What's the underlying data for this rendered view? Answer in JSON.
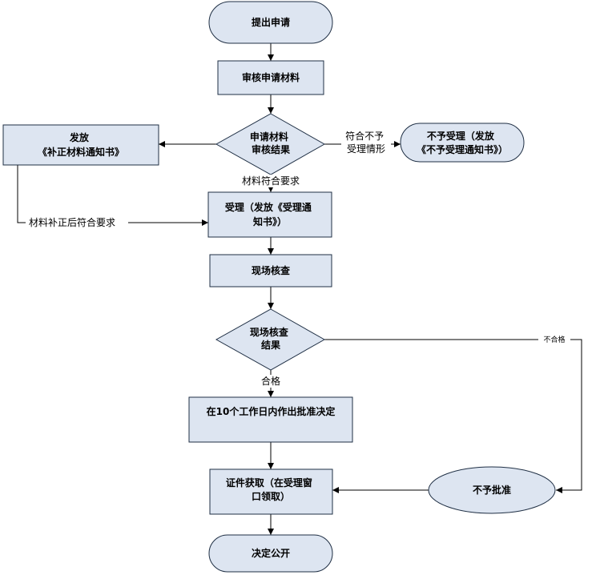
{
  "theme": {
    "node_fill": "#dde5f1",
    "node_stroke": "#1f2f44",
    "edge_color": "#000000",
    "background": "#ffffff"
  },
  "nodes": {
    "submit": {
      "lines": [
        "提出申请"
      ]
    },
    "review_materials": {
      "lines": [
        "审核申请材料"
      ]
    },
    "review_result": {
      "lines": [
        "申请材料",
        "审核结果"
      ]
    },
    "issue_notice": {
      "lines": [
        "发放",
        "《补正材料通知书》"
      ]
    },
    "not_accepted": {
      "lines": [
        "不予受理（发放",
        "《不予受理通知书》）"
      ]
    },
    "accept": {
      "lines": [
        "受理（发放《受理通",
        "知书》）"
      ]
    },
    "site_inspection": {
      "lines": [
        "现场核查"
      ]
    },
    "inspection_result": {
      "lines": [
        "现场核查",
        "结果"
      ]
    },
    "approval_decision": {
      "lines": [
        "在10个工作日内作出批准决定"
      ]
    },
    "certificate": {
      "lines": [
        "证件获取（在受理窗",
        "口领取）"
      ]
    },
    "not_approved": {
      "lines": [
        "不予批准"
      ]
    },
    "publish": {
      "lines": [
        "决定公开"
      ]
    }
  },
  "edge_labels": {
    "not_accept_condition": [
      "符合不予",
      "受理情形"
    ],
    "meets_requirements": "材料符合要求",
    "corrected": "材料补正后符合要求",
    "qualified": "合格",
    "unqualified": "不合格"
  }
}
